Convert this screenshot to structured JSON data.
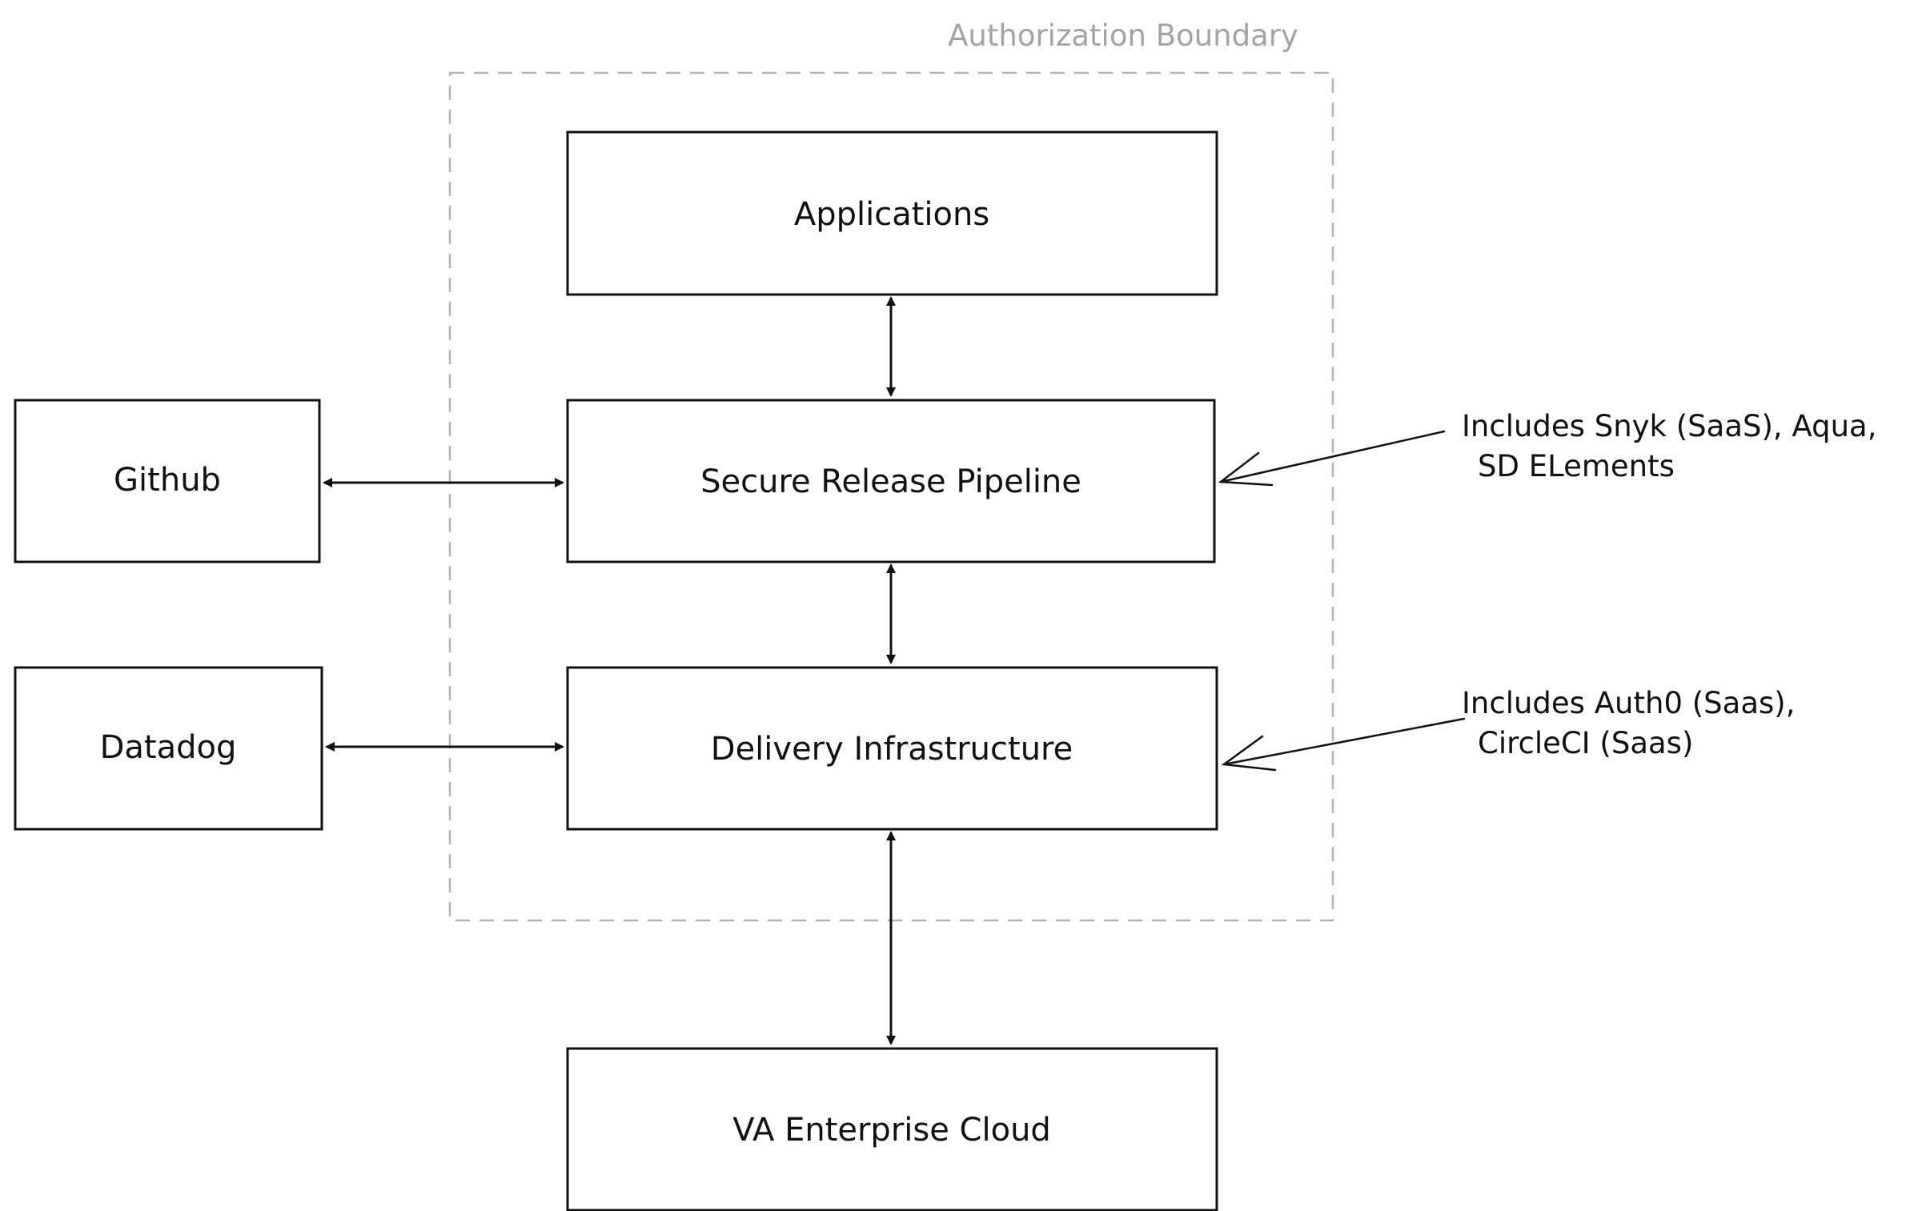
{
  "diagram": {
    "boundary": {
      "label": "Authorization Boundary",
      "color": "#b3b3b3"
    },
    "nodes": {
      "applications": "Applications",
      "pipeline": "Secure Release Pipeline",
      "delivery": "Delivery Infrastructure",
      "github": "Github",
      "datadog": "Datadog",
      "va_cloud": "VA Enterprise Cloud"
    },
    "notes": {
      "pipeline_line1": "Includes Snyk (SaaS), Aqua,",
      "pipeline_line2": "SD ELements",
      "delivery_line1": "Includes Auth0 (Saas),",
      "delivery_line2": "CircleCI (Saas)"
    },
    "colors": {
      "stroke": "#111111",
      "background": "#ffffff"
    }
  }
}
